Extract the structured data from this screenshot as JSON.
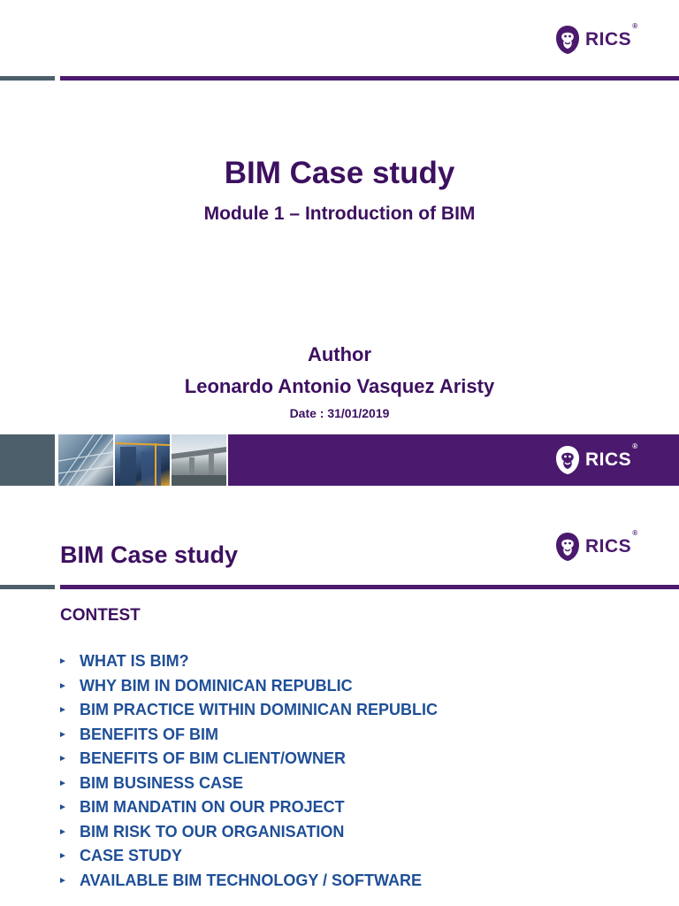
{
  "brand": {
    "logo_text": "RICS",
    "registered_mark": "®",
    "purple": "#4b1a6e",
    "title_purple": "#3d1060",
    "grey": "#4d5f6a",
    "list_blue": "#1f4f97"
  },
  "cover": {
    "title": "BIM Case study",
    "subtitle": "Module 1 – Introduction of BIM",
    "author_label": "Author",
    "author_name": "Leonardo Antonio Vasquez Aristy",
    "date": "Date : 31/01/2019"
  },
  "contents_slide": {
    "title": "BIM Case study",
    "section_heading": "CONTEST",
    "bullet_glyph": "►",
    "items": [
      "WHAT IS BIM?",
      "WHY BIM IN DOMINICAN REPUBLIC",
      "BIM PRACTICE WITHIN DOMINICAN REPUBLIC",
      "BENEFITS OF BIM",
      "BENEFITS OF BIM CLIENT/OWNER",
      "BIM BUSINESS CASE",
      "BIM MANDATIN ON OUR PROJECT",
      "BIM RISK TO OUR ORGANISATION",
      "CASE STUDY",
      "AVAILABLE BIM TECHNOLOGY / SOFTWARE"
    ]
  }
}
